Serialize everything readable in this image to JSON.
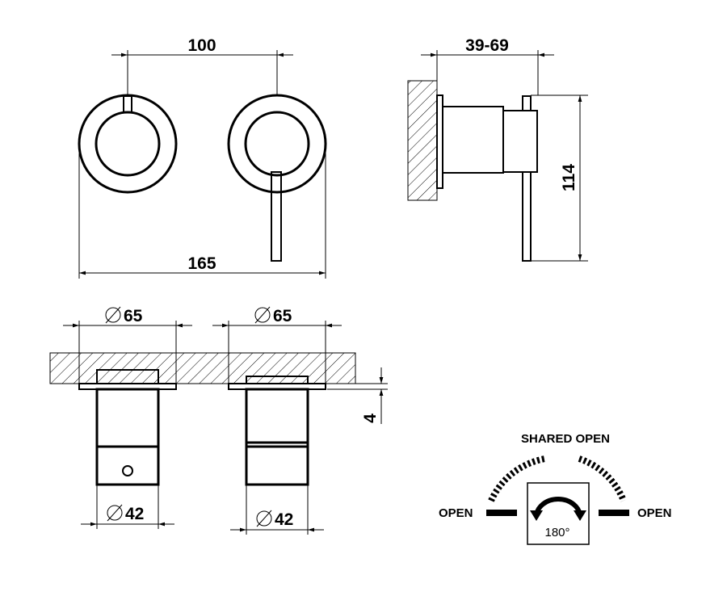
{
  "dimensions": {
    "center_distance": "100",
    "total_width": "165",
    "depth_range": "39-69",
    "height": "114",
    "plate_diameter_left": "65",
    "plate_diameter_right": "65",
    "body_diameter_left": "42",
    "body_diameter_right": "42",
    "plate_thickness": "4"
  },
  "rotation_diagram": {
    "top_label": "SHARED OPEN",
    "left_label": "OPEN",
    "right_label": "OPEN",
    "angle_label": "180°"
  }
}
